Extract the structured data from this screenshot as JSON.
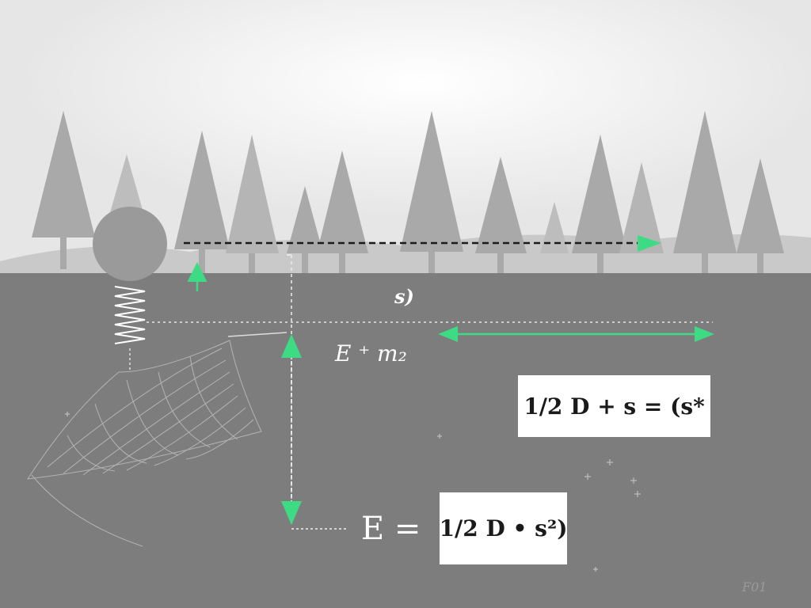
{
  "labels": {
    "displacement": "s)",
    "energy_sum": "E ⁺ m₂",
    "equals_lhs": "E =",
    "watermark": "F01"
  },
  "formulas": {
    "upper": "1/2 D + s = (s*",
    "lower": "1/2 D • s²)"
  },
  "colors": {
    "background_ground": "#7d7d7d",
    "sky": "#ededed",
    "accent_arrow": "#3ddc84",
    "trees": "#a9a9a9"
  }
}
